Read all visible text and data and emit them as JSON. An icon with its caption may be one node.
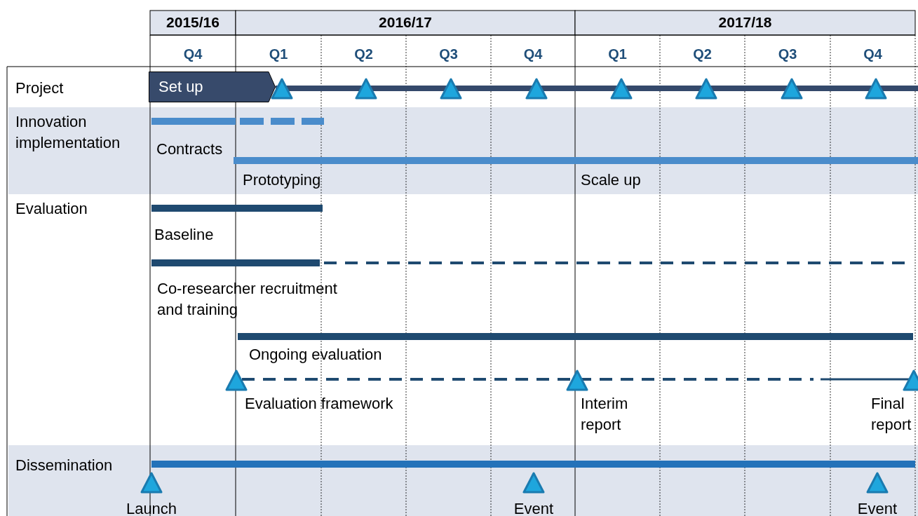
{
  "diagram": {
    "nodes": [
      {
        "text": [
          "Set up"
        ]
      }
    ],
    "labels": [
      "2015/16",
      "2016/17",
      "2017/18",
      "Q4",
      "Q1",
      "Q2",
      "Q3",
      "Q4",
      "Q1",
      "Q2",
      "Q3",
      "Q4",
      "Project",
      "Innovation implementation",
      "Contracts",
      "Prototyping",
      "Scale up",
      "Evaluation",
      "Baseline",
      "Co-researcher recruitment and training",
      "Ongoing evaluation",
      "Evaluation framework",
      "Interim report",
      "Final report",
      "Dissemination",
      "Launch",
      "Event",
      "Event"
    ]
  }
}
